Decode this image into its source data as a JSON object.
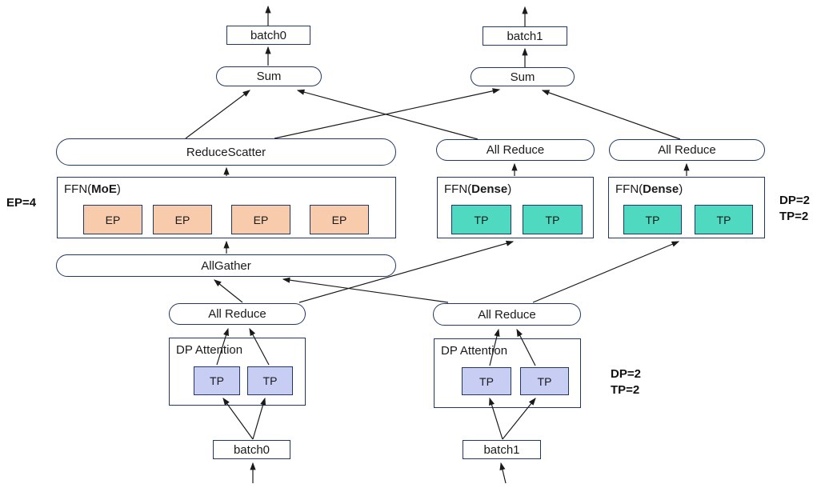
{
  "nodes": {
    "batch0_top": "batch0",
    "batch1_top": "batch1",
    "sum_left": "Sum",
    "sum_right": "Sum",
    "reduce_scatter": "ReduceScatter",
    "all_reduce_dense_left": "All Reduce",
    "all_reduce_dense_right": "All Reduce",
    "all_gather": "AllGather",
    "all_reduce_attn_left": "All Reduce",
    "all_reduce_attn_right": "All Reduce",
    "batch0_bottom": "batch0",
    "batch1_bottom": "batch1"
  },
  "ffn_moe": {
    "label_prefix": "FFN(",
    "label_bold": "MoE",
    "label_suffix": ")",
    "units": [
      "EP",
      "EP",
      "EP",
      "EP"
    ]
  },
  "ffn_dense_left": {
    "label_prefix": "FFN(",
    "label_bold": "Dense",
    "label_suffix": ")",
    "units": [
      "TP",
      "TP"
    ]
  },
  "ffn_dense_right": {
    "label_prefix": "FFN(",
    "label_bold": "Dense",
    "label_suffix": ")",
    "units": [
      "TP",
      "TP"
    ]
  },
  "dp_attention_left": {
    "label": "DP Attention",
    "units": [
      "TP",
      "TP"
    ]
  },
  "dp_attention_right": {
    "label": "DP Attention",
    "units": [
      "TP",
      "TP"
    ]
  },
  "annotations": {
    "ep_parallelism": "EP=4",
    "ffn_dense_dp": "DP=2",
    "ffn_dense_tp": "TP=2",
    "attention_dp": "DP=2",
    "attention_tp": "TP=2"
  },
  "colors": {
    "ep_fill": "#F8CBAD",
    "dense_tp_fill": "#4ED9C0",
    "attention_tp_fill": "#C8CEF3",
    "outline": "#1F3864",
    "arrow": "#1A1A1A"
  }
}
